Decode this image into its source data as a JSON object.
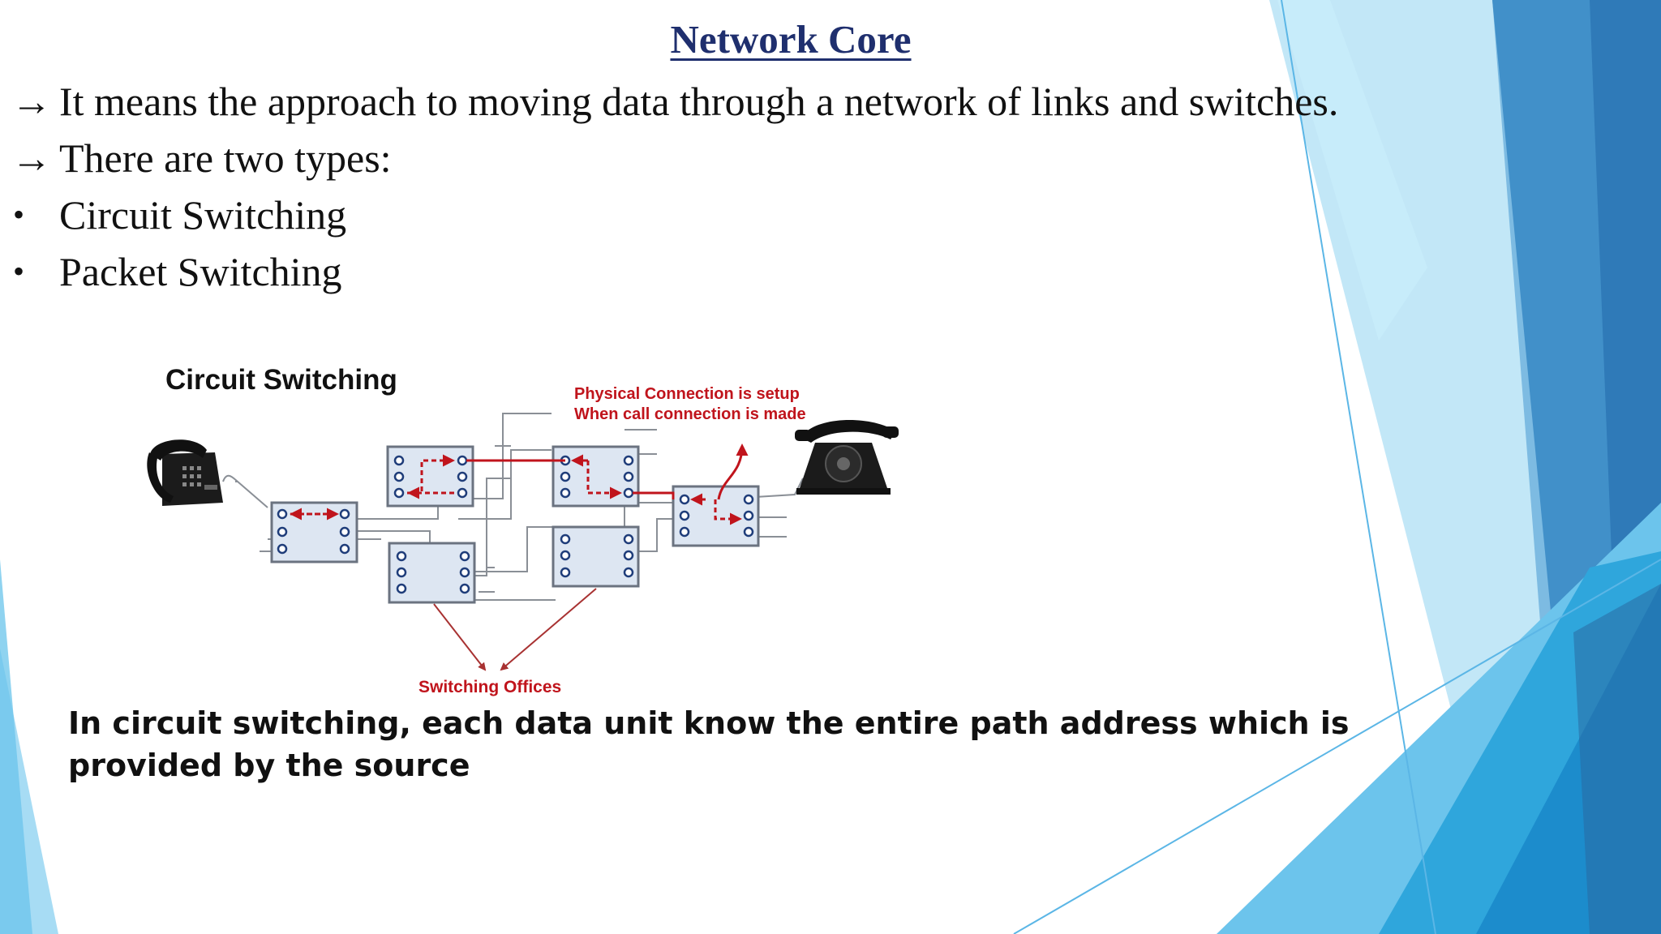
{
  "slide": {
    "title": "Network Core",
    "lines": [
      {
        "marker": "→",
        "text": "It means the approach to moving data through a network of links and switches."
      },
      {
        "marker": "→",
        "text": "There are two types:"
      },
      {
        "marker": "•",
        "text": "Circuit Switching"
      },
      {
        "marker": "•",
        "text": "Packet Switching"
      }
    ],
    "caption": "In circuit switching, each data unit know the entire path address which is provided by the source"
  },
  "diagram": {
    "title": "Circuit Switching",
    "note_line1": "Physical Connection is setup",
    "note_line2": "When call connection is made",
    "offices_label": "Switching Offices"
  },
  "colors": {
    "title": "#1f2f6e",
    "accent_red": "#c0141c",
    "switch_fill": "#dde6f2",
    "switch_border": "#6b7380",
    "deco_blue_dark": "#2a6aa3",
    "deco_blue_mid": "#2fa6dc",
    "deco_blue_light": "#8fd3f0"
  }
}
